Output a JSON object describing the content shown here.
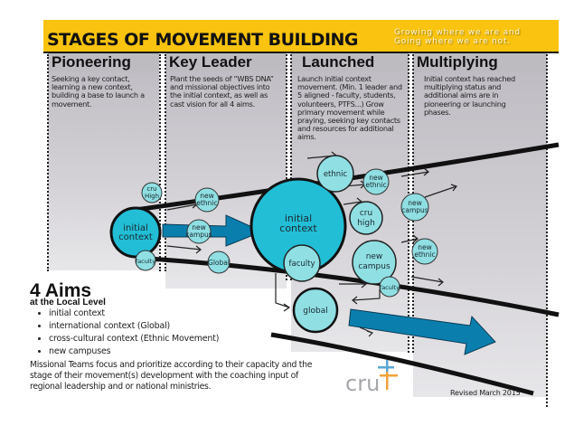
{
  "header": {
    "title": "STAGES OF MOVEMENT BUILDING",
    "tagline_line1": "Growing where we are and",
    "tagline_line2": "Going where we are not.",
    "banner_color": "#f9c30f"
  },
  "stages": [
    {
      "title": "Pioneering",
      "description": "Seeking a key contact, learning a new context, building a base to launch a movement."
    },
    {
      "title": "Key Leader",
      "description": "Plant the seeds of  “WBS DNA”  and missional objectives into the initial context, as well as cast vision for all 4 aims."
    },
    {
      "title": "Launched",
      "description": "Launch initial context movement. (Min. 1 leader and 5 aligned - faculty, students, volunteers, PTFS...) Grow primary movement while praying, seeking key contacts and resources for additional aims."
    },
    {
      "title": "Multiplying",
      "description": "Initial context has reached multiplying status and additional aims are in pioneering or launching phases."
    }
  ],
  "bubbles": {
    "stage2_initial": [
      "initial",
      "context"
    ],
    "stage2_cru_high": [
      "cru",
      "High"
    ],
    "stage2_faculty": [
      "faculty"
    ],
    "stage2_new_ethnic": [
      "new",
      "ethnic"
    ],
    "stage2_new_campus": [
      "new",
      "campus"
    ],
    "stage2_global": [
      "Global"
    ],
    "stage3_initial": [
      "initial",
      "context"
    ],
    "stage3_ethnic": [
      "ethnic"
    ],
    "stage3_new_ethnic": [
      "new",
      "ethnic"
    ],
    "stage3_cru_high": [
      "cru",
      "high"
    ],
    "stage3_new_campus": [
      "new",
      "campus"
    ],
    "stage3_faculty": [
      "faculty"
    ],
    "stage3_faculty_small": [
      "faculty"
    ],
    "stage3_global": [
      "global"
    ],
    "stage4_new_campus": [
      "new",
      "campus"
    ],
    "stage4_new_ethnic": [
      "new",
      "ethnic"
    ]
  },
  "colors": {
    "bubble_primary": "#22bed6",
    "bubble_secondary": "#8fdfe3",
    "arrow_blue": "#0a7fae"
  },
  "aims": {
    "title": "4 Aims",
    "subtitle": "at the Local Level",
    "items": [
      "initial context",
      "international context (Global)",
      "cross-cultural context (Ethnic Movement)",
      "new campuses"
    ],
    "note": "Missional Teams focus and prioritize according to their capacity and the stage of their movement(s) development with the coaching input of regional leadership and or national ministries."
  },
  "logo": {
    "text": "cru"
  },
  "footer": {
    "revised": "Revised March 2015"
  }
}
